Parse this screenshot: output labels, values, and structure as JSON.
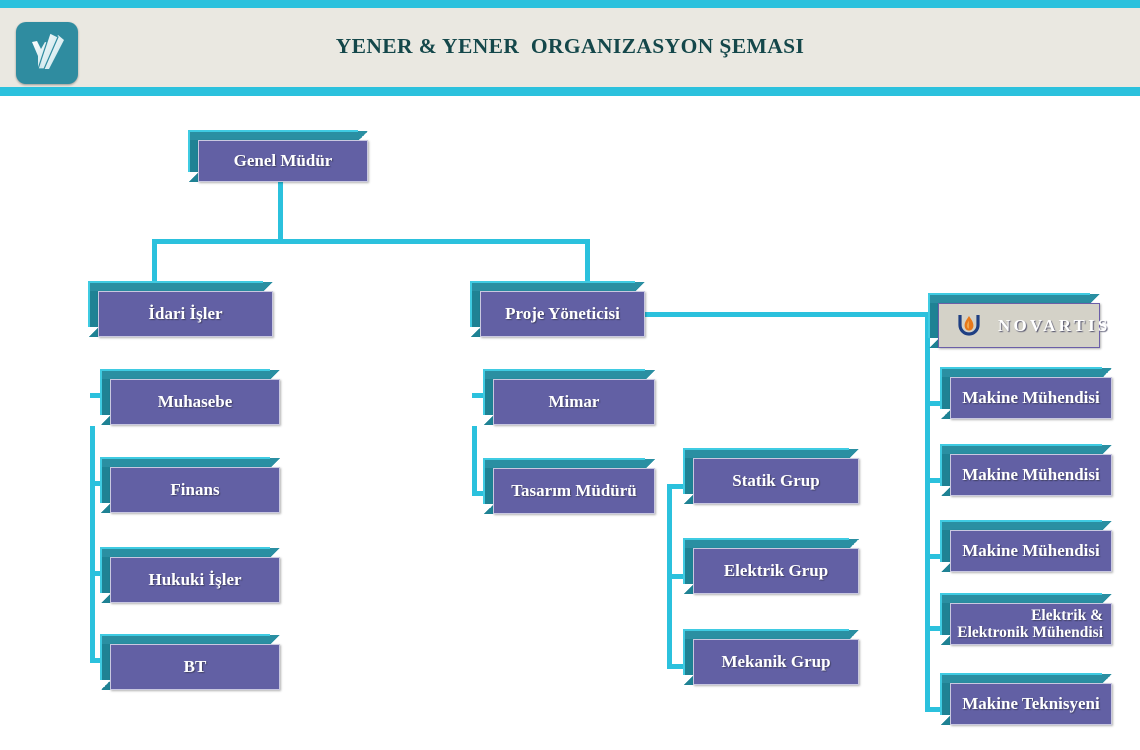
{
  "header": {
    "title": "YENER & YENER  ORGANIZASYON ŞEMASI",
    "logo_icon": "yener-leaf-logo-icon",
    "strip_color": "#2bc1dd",
    "background_color": "#eae8e1",
    "title_color": "#14474a"
  },
  "theme": {
    "node_fill": "#6260a4",
    "node_extrude": "#2a8fa2",
    "connector": "#2bc1dd",
    "node_text": "#ffffff",
    "brand_fill": "#d4d2c8",
    "brand_text": "#1f3f83",
    "brand_flame": "#e8791b",
    "brand_arc": "#1f3f83"
  },
  "chart": {
    "type": "org-chart",
    "root": {
      "id": "genel-mudur",
      "label": "Genel Müdür"
    },
    "branches": [
      {
        "id": "idari-isler",
        "label": "İdari İşler",
        "children": [
          {
            "id": "muhasebe",
            "label": "Muhasebe"
          },
          {
            "id": "finans",
            "label": "Finans"
          },
          {
            "id": "hukuki-isler",
            "label": "Hukuki İşler"
          },
          {
            "id": "bt",
            "label": "BT"
          }
        ]
      },
      {
        "id": "proje-yoneticisi",
        "label": "Proje Yöneticisi",
        "children": [
          {
            "id": "mimar",
            "label": "Mimar"
          },
          {
            "id": "tasarim-muduru",
            "label": "Tasarım Müdürü",
            "children": [
              {
                "id": "statik-grup",
                "label": "Statik Grup"
              },
              {
                "id": "elektrik-grup",
                "label": "Elektrik Grup"
              },
              {
                "id": "mekanik-grup",
                "label": "Mekanik Grup"
              }
            ]
          }
        ],
        "linked": {
          "id": "novartis",
          "label": "NOVARTIS",
          "icon": "novartis-flame-icon",
          "children": [
            {
              "id": "makine-muhendisi-1",
              "label": "Makine Mühendisi"
            },
            {
              "id": "makine-muhendisi-2",
              "label": "Makine Mühendisi"
            },
            {
              "id": "makine-muhendisi-3",
              "label": "Makine Mühendisi"
            },
            {
              "id": "elektrik-elektronik-muhendisi",
              "label": "Elektrik & Elektronik Mühendisi"
            },
            {
              "id": "makine-teknisyeni",
              "label": "Makine Teknisyeni"
            }
          ]
        }
      }
    ]
  }
}
